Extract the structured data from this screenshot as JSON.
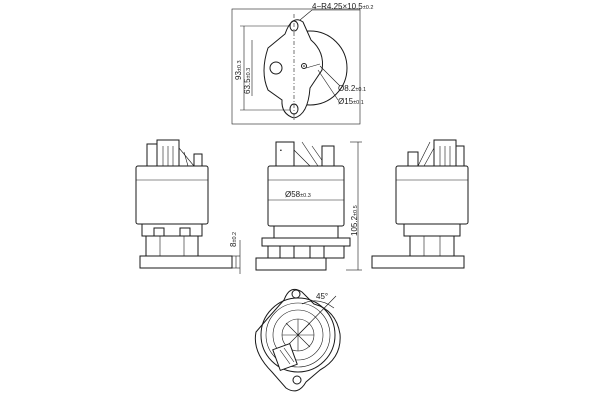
{
  "dimensions": {
    "mounting_holes": {
      "main": "4−R4.25×10.5",
      "tol": "±0.2"
    },
    "total_width": {
      "main": "93",
      "tol": "±0.3"
    },
    "hole_spacing": {
      "main": "63.5",
      "tol": "±0.3"
    },
    "inner_diameter": {
      "main": "Ø8.2",
      "tol": "±0.1"
    },
    "outer_diameter": {
      "main": "Ø15",
      "tol": "±0.1"
    },
    "body_diameter": {
      "main": "Ø58",
      "tol": "±0.3"
    },
    "total_height": {
      "main": "105.2",
      "tol": "±0.5"
    },
    "flange_height": {
      "main": "8",
      "tol": "±0.2"
    },
    "angle": {
      "main": "45°"
    }
  }
}
